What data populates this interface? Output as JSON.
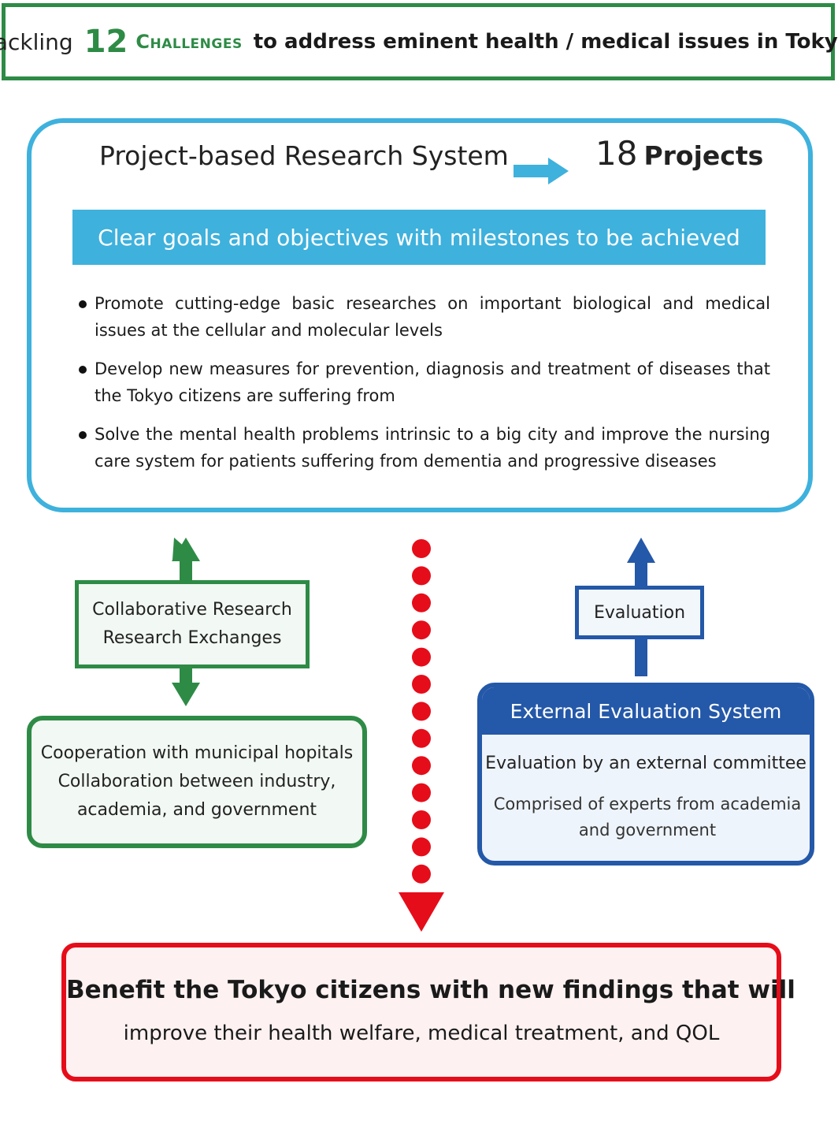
{
  "header": {
    "prefix": "Tackling",
    "number": "12",
    "challenges": "Challenges",
    "suffix": "to address eminent health / medical issues in Tokyo"
  },
  "research": {
    "system_title": "Project-based Research System",
    "projects_count": "18",
    "projects_label": "Projects",
    "goals": "Clear goals and objectives with milestones to  be achieved",
    "bullets": [
      "Promote cutting-edge basic researches on important biological and medical issues at the cellular and molecular levels",
      "Develop new measures for prevention, diagnosis and treatment of diseases that the Tokyo citizens are suffering from",
      "Solve the mental health problems intrinsic to a big city and improve the nursing care system for patients suffering from dementia and progressive diseases"
    ]
  },
  "collaboration": {
    "line1": "Collaborative Research",
    "line2": "Research Exchanges"
  },
  "cooperation": {
    "line1": "Cooperation with municipal hopitals",
    "line2": "Collaboration between industry,",
    "line3": "academia, and government"
  },
  "evaluation": {
    "label": "Evaluation"
  },
  "external": {
    "title": "External Evaluation System",
    "line1": "Evaluation by an external committee",
    "line2": "Comprised of experts from academia and government"
  },
  "benefit": {
    "title": "Benefit the Tokyo citizens with new findings that will",
    "subtitle": "improve their health welfare, medical treatment, and QOL"
  },
  "colors": {
    "green": "#2e8b46",
    "light_blue": "#3eb1dd",
    "dark_blue": "#2458a8",
    "red": "#e60d1a"
  }
}
